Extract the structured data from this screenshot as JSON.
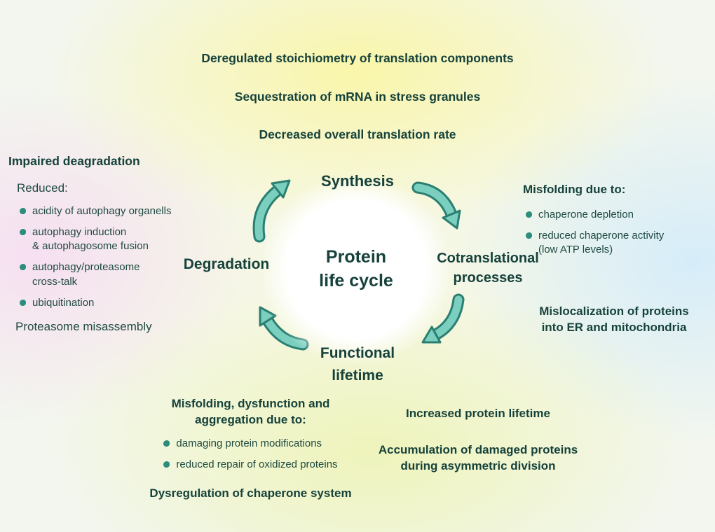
{
  "center": {
    "title": "Protein\nlife cycle"
  },
  "stages": {
    "synthesis": "Synthesis",
    "cotranslational": "Cotranslational\nprocesses",
    "functional": "Functional\nlifetime",
    "degradation": "Degradation"
  },
  "synthesis_issues": {
    "item1": "Deregulated stoichiometry of translation components",
    "item2": "Sequestration of mRNA in stress granules",
    "item3": "Decreased overall translation rate"
  },
  "degradation_issues": {
    "heading": "Impaired deagradation",
    "subheading": "Reduced:",
    "bullets": [
      "acidity of autophagy organells",
      "autophagy induction\n& autophagosome fusion",
      "autophagy/proteasome\ncross-talk",
      "ubiquitination"
    ],
    "footer": "Proteasome misassembly"
  },
  "cotranslational_issues": {
    "heading": "Misfolding due to:",
    "bullets": [
      "chaperone depletion",
      "reduced chaperone activity\n(low ATP levels)"
    ],
    "footer": "Mislocalization of proteins\ninto ER and mitochondria"
  },
  "functional_issues": {
    "left_heading": "Misfolding, dysfunction and\naggregation due to:",
    "left_bullets": [
      "damaging protein modifications",
      "reduced repair of oxidized proteins"
    ],
    "left_footer": "Dysregulation of chaperone system",
    "right_item1": "Increased protein lifetime",
    "right_item2": "Accumulation of damaged proteins\nduring asymmetric division"
  },
  "colors": {
    "text_dark": "#16423b",
    "text_body": "#1f4a42",
    "arrow_fill": "#7bcfbf",
    "arrow_outline": "#2a7f72",
    "bullet": "#2c8d7c",
    "bg_yellow": "#faf6a6",
    "bg_pink": "#f6ddf2",
    "bg_blue": "#d4ecfa",
    "bg_green_yellow": "#eef4b8"
  }
}
